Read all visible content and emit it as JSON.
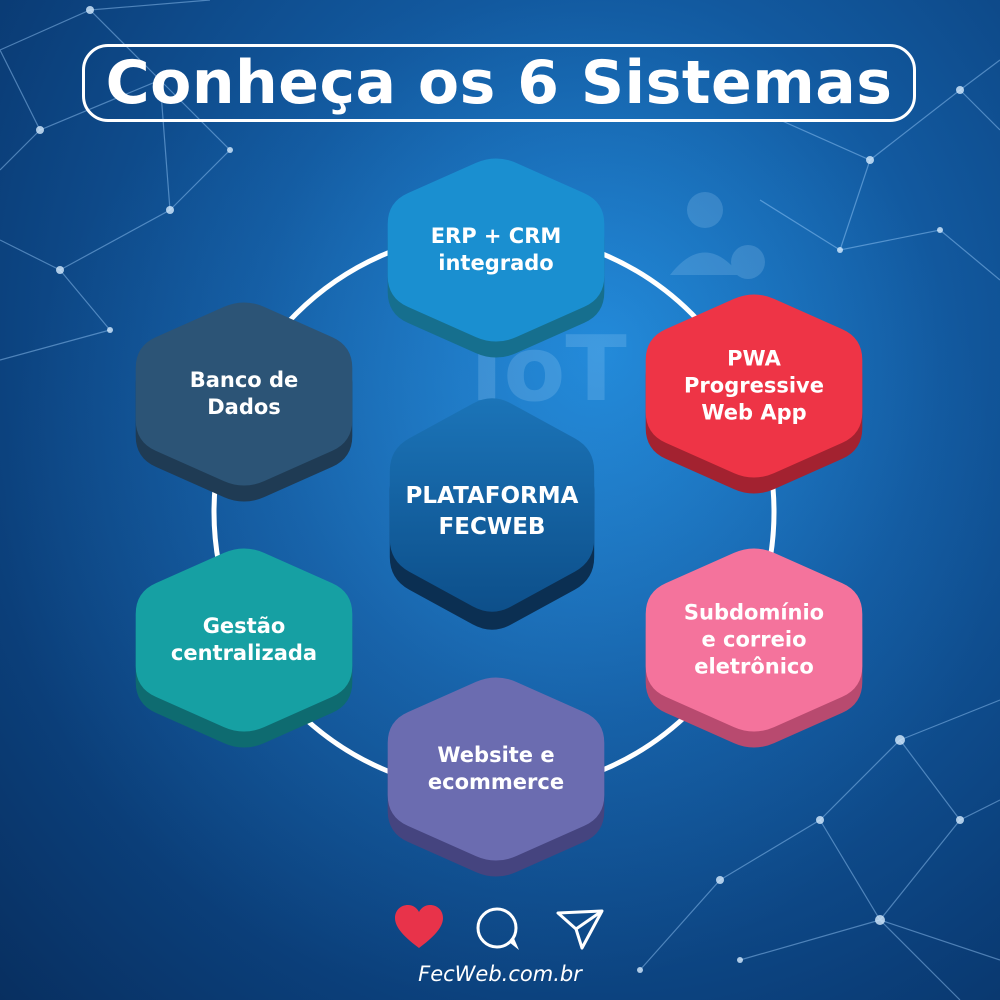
{
  "title": "Conheça os 6 Sistemas",
  "center": {
    "label": "PLATAFORMA\nFECWEB"
  },
  "systems": [
    {
      "label": "ERP + CRM\nintegrado",
      "color": "#1a8fd0",
      "shadow": "#166f8e"
    },
    {
      "label": "PWA\nProgressive\nWeb App",
      "color": "#ee3446",
      "shadow": "#a32230"
    },
    {
      "label": "Subdomínio\ne correio\neletrônico",
      "color": "#f4739c",
      "shadow": "#b84a6f"
    },
    {
      "label": "Website e\necommerce",
      "color": "#6b6cb0",
      "shadow": "#45447f"
    },
    {
      "label": "Gestão\ncentralizada",
      "color": "#16a0a3",
      "shadow": "#0e6b70"
    },
    {
      "label": "Banco de\nDados",
      "color": "#2c5476",
      "shadow": "#1f3b54"
    }
  ],
  "center_colors": {
    "top": "#1b74b8",
    "bottom": "#0d4f8a",
    "shadow": "#0b2f52"
  },
  "footer": {
    "icons": [
      "heart-icon",
      "comment-icon",
      "share-icon"
    ],
    "heart_color": "#e8334a",
    "website": "FecWeb.com.br"
  }
}
